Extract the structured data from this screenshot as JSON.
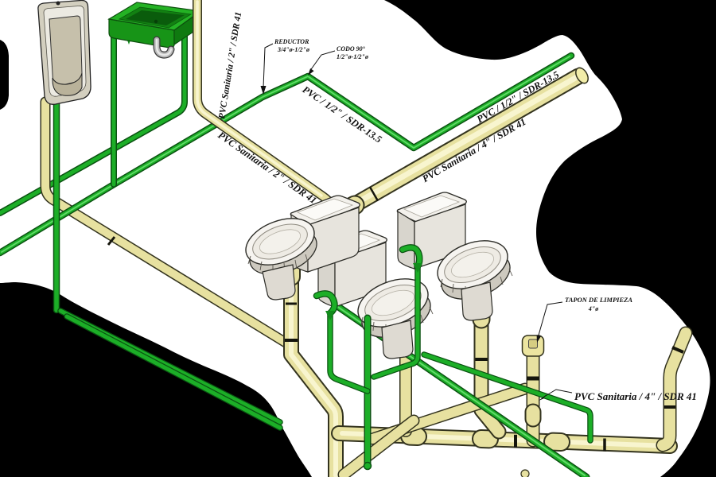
{
  "diagram": {
    "type": "isometric-plumbing-cad-drawing",
    "labels": {
      "vertical_pipe": "PVC Sanitaria / 2\" / SDR 41",
      "reductor_title": "REDUCTOR",
      "reductor_size": "3/4\"ø-1/2\"ø",
      "codo_title": "CODO 90°",
      "codo_size": "1/2\"ø-1/2\"ø",
      "supply_left": "PVC / 1/2\" / SDR-13.5",
      "supply_right": "PVC / 1/2\" / SDR-13.5",
      "sanitary_2_diagonal": "PVC Sanitaria / 2\" / SDR 41",
      "sanitary_4_diagonal": "PVC Sanitaria / 4\" / SDR 41",
      "cleanout_title": "TAPON DE LIMPIEZA",
      "cleanout_size": "4\"ø",
      "sanitary_4_bottom": "PVC Sanitaria / 4\" / SDR 41"
    },
    "colors": {
      "background": "#000000",
      "drawing_area": "#ffffff",
      "supply_pipe_green": "#1cae27",
      "sanitary_pipe_tan": "#efe9a3",
      "fixture_white": "#f3f1ec",
      "sink_green": "#1fa21f"
    },
    "fixture_counts": {
      "toilets": 3,
      "sinks": 1,
      "urinals": 1,
      "cleanouts": 1
    }
  }
}
